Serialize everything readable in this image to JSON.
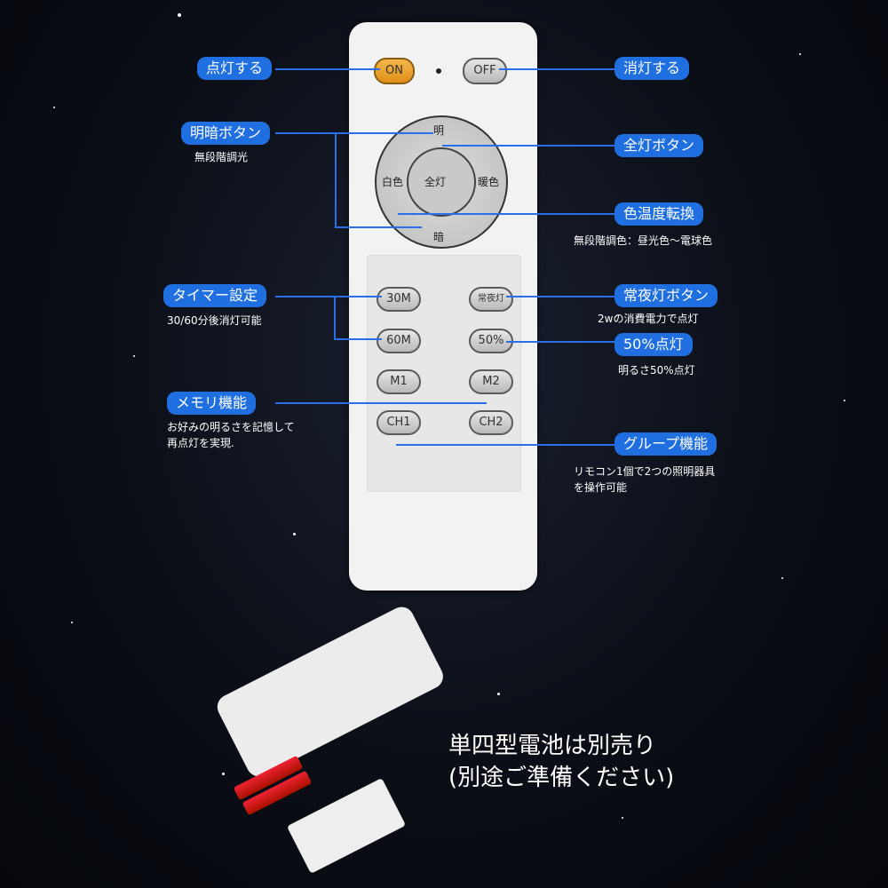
{
  "remote": {
    "on": "ON",
    "off": "OFF",
    "dpad": {
      "up": "明",
      "down": "暗",
      "left": "白色",
      "right": "暖色",
      "center": "全灯"
    },
    "buttons": [
      "30M",
      "常夜灯",
      "60M",
      "50%",
      "M1",
      "M2",
      "CH1",
      "CH2"
    ]
  },
  "labels": {
    "light_on": "点灯する",
    "light_off": "消灯する",
    "brightness": {
      "title": "明暗ボタン",
      "desc": "無段階調光"
    },
    "full": {
      "title": "全灯ボタン"
    },
    "color_temp": {
      "title": "色温度転換",
      "desc": "無段階調色：昼光色～電球色"
    },
    "timer": {
      "title": "タイマー設定",
      "desc": "30/60分後消灯可能"
    },
    "night": {
      "title": "常夜灯ボタン",
      "desc": "2wの消費電力で点灯"
    },
    "half": {
      "title": "50%点灯",
      "desc": "明るさ50%点灯"
    },
    "memory": {
      "title": "メモリ機能",
      "desc": "お好みの明るさを記憶して\n再点灯を実現."
    },
    "group": {
      "title": "グループ機能",
      "desc": "リモコン1個で2つの照明器具\nを操作可能"
    }
  },
  "battery_note": {
    "line1": "単四型電池は別売り",
    "line2": "(別途ご準備ください)"
  },
  "colors": {
    "accent": "#1f6fe0",
    "on_button": "#e8a030"
  }
}
